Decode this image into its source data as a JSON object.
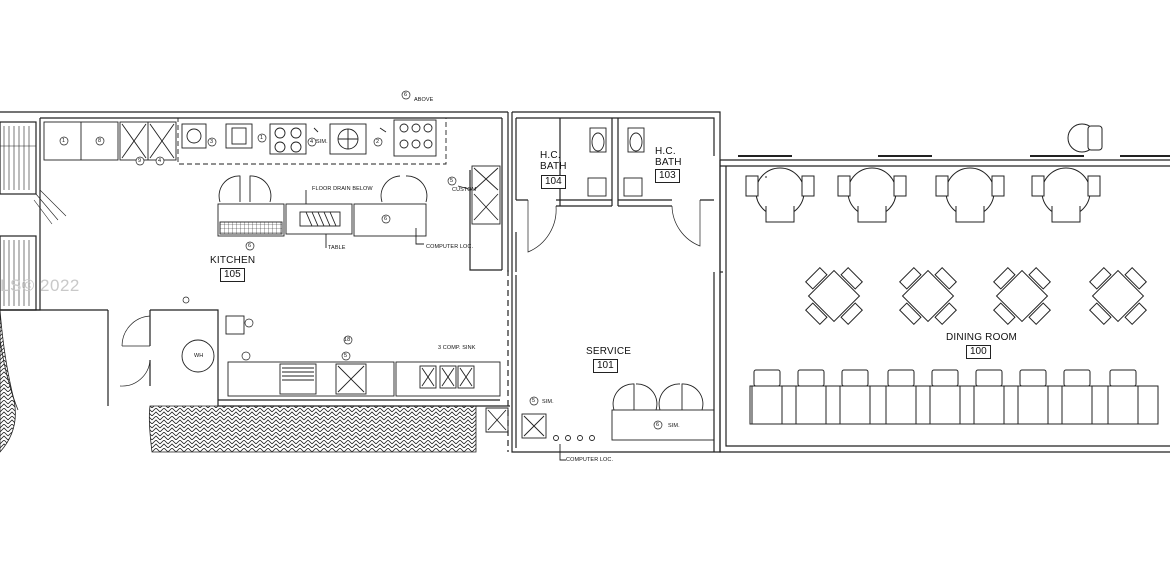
{
  "watermark": "LS© 2022",
  "rooms": [
    {
      "id": "kitchen",
      "name": "KITCHEN",
      "number": "105"
    },
    {
      "id": "bath104",
      "name": "H.C. BATH",
      "number": "104"
    },
    {
      "id": "bath103",
      "name": "H.C. BATH",
      "number": "103"
    },
    {
      "id": "service",
      "name": "SERVICE",
      "number": "101"
    },
    {
      "id": "dining",
      "name": "DINING ROOM",
      "number": "100"
    }
  ],
  "notes": {
    "above": "ABOVE",
    "floor_drain": "FLOOR DRAIN BELOW",
    "custom": "CUSTOM",
    "table": "TABLE",
    "computer_loc_kitchen": "COMPUTER LOC.",
    "three_comp_sink": "3 COMP. SINK",
    "sim_service": "SIM.",
    "sim_counter": "SIM.",
    "computer_loc_service": "COMPUTER LOC.",
    "sim_range": "SIM."
  },
  "tags": [
    "1",
    "8",
    "9",
    "4",
    "3",
    "1",
    "4",
    "2",
    "6",
    "5",
    "6",
    "5",
    "6",
    "5",
    "WH",
    "18"
  ]
}
